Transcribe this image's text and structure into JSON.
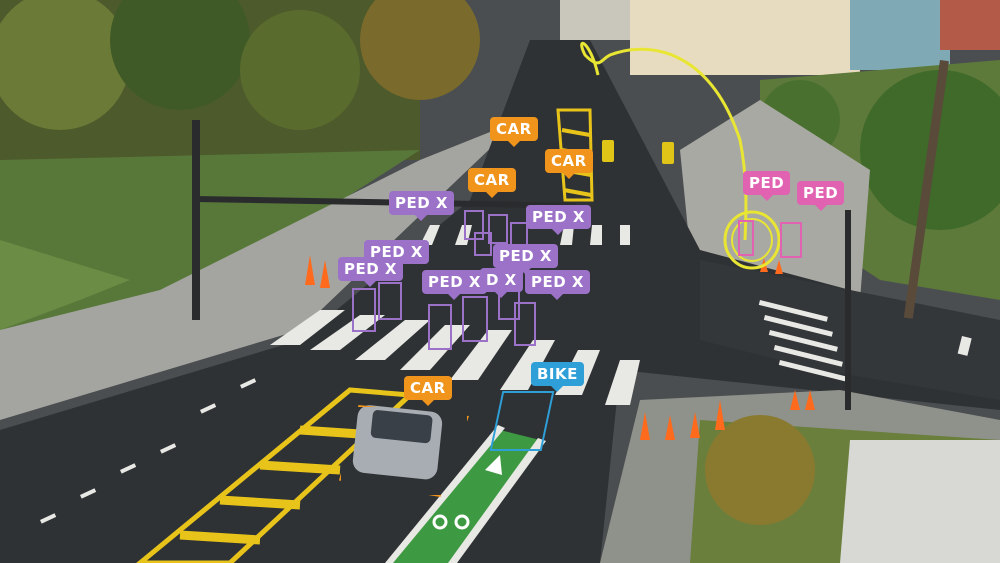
{
  "colors": {
    "car": "#f0941c",
    "ped_x": "#9b72c8",
    "ped": "#e062b0",
    "bike": "#2f9fd8",
    "track": "#e8e633"
  },
  "labels": {
    "car": "CAR",
    "ped_x": "PED X",
    "ped_x_partial": "D X",
    "ped": "PED",
    "bike": "BIKE"
  }
}
